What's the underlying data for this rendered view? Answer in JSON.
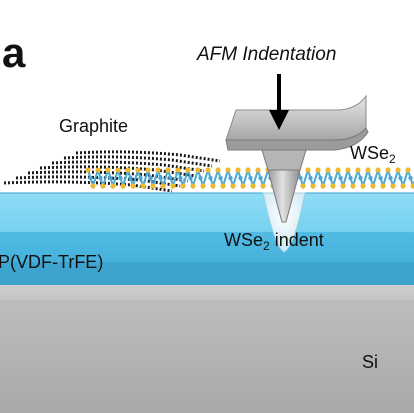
{
  "figure": {
    "panel_label": "a",
    "labels": {
      "afm": "AFM Indentation",
      "graphite": "Graphite",
      "wse2_main": "WSe",
      "wse2_sub": "2",
      "indent_main": "WSe",
      "indent_sub": "2",
      "indent_suffix": " indent",
      "pvdf": "P(VDF-TrFE)",
      "si": "Si"
    },
    "colors": {
      "pvdf_film": "#5bc6ea",
      "si_substrate": "#c9c9c9",
      "wse2_metal": "#4aa7d8",
      "wse2_chalcogen": "#f0b733",
      "graphite": "#1a1a1a",
      "afm_tip": "#bdbdbd",
      "arrow": "#000000"
    }
  }
}
